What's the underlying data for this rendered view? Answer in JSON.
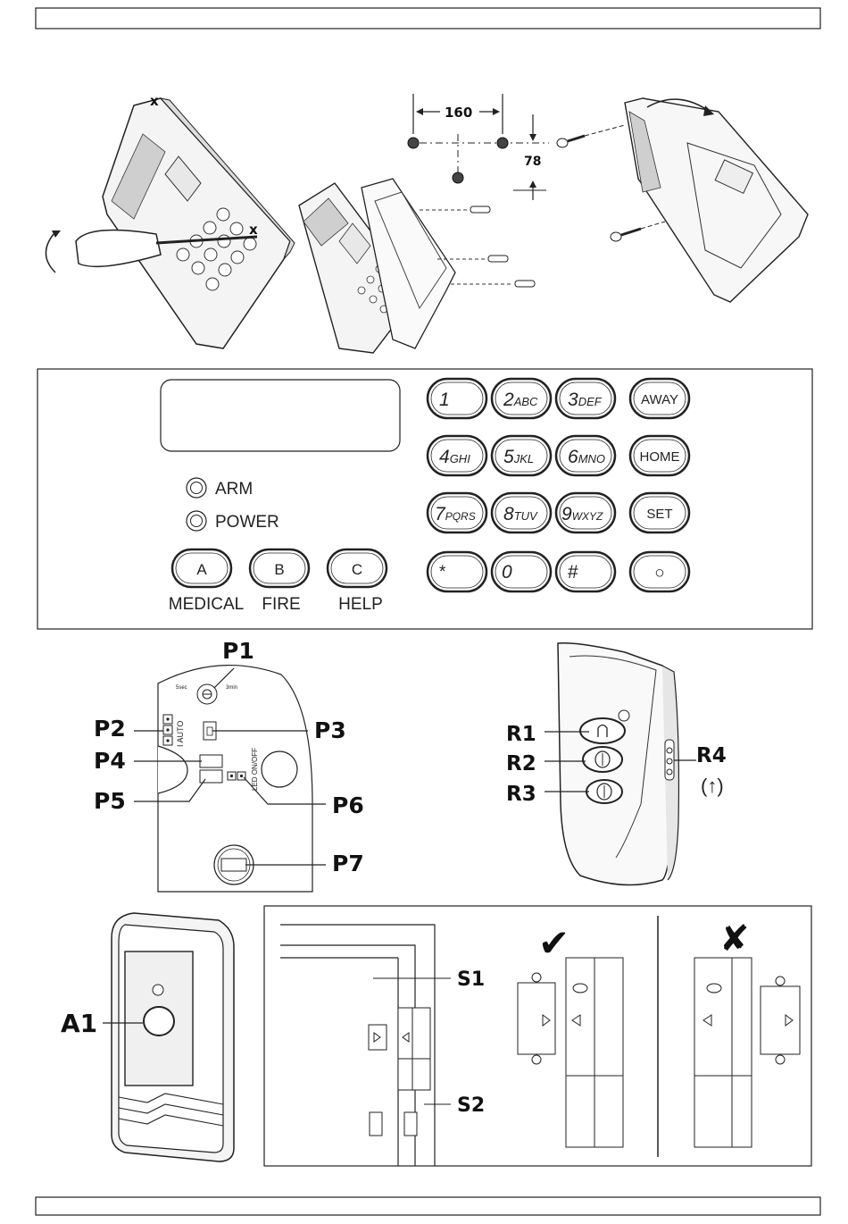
{
  "mounting": {
    "screw_marks": [
      "x",
      "x"
    ],
    "dim_horizontal": "160",
    "dim_vertical": "78"
  },
  "keypad_panel": {
    "leds": [
      "ARM",
      "POWER"
    ],
    "function_keys": [
      {
        "key": "A",
        "label": "MEDICAL"
      },
      {
        "key": "B",
        "label": "FIRE"
      },
      {
        "key": "C",
        "label": "HELP"
      }
    ],
    "keys": [
      {
        "main": "1",
        "sub": ""
      },
      {
        "main": "2",
        "sub": "ABC"
      },
      {
        "main": "3",
        "sub": "DEF"
      },
      {
        "main": "4",
        "sub": "GHI"
      },
      {
        "main": "5",
        "sub": "JKL"
      },
      {
        "main": "6",
        "sub": "MNO"
      },
      {
        "main": "7",
        "sub": "PQRS"
      },
      {
        "main": "8",
        "sub": "TUV"
      },
      {
        "main": "9",
        "sub": "WXYZ"
      },
      {
        "main": "*",
        "sub": ""
      },
      {
        "main": "0",
        "sub": ""
      },
      {
        "main": "#",
        "sub": ""
      }
    ],
    "mode_keys": [
      "AWAY",
      "HOME",
      "SET",
      "○"
    ]
  },
  "pir_board": {
    "labels": [
      "P1",
      "P2",
      "P3",
      "P4",
      "P5",
      "P6",
      "P7"
    ],
    "pot_left": "5sec",
    "pot_right": "3min",
    "jumper_text": "I AUTO",
    "led_text": "LED ON/OFF"
  },
  "remote": {
    "labels": [
      "R1",
      "R2",
      "R3",
      "R4"
    ],
    "r4_symbol": "(↑)"
  },
  "siren": {
    "label": "A1"
  },
  "door_contact": {
    "labels": [
      "S1",
      "S2"
    ],
    "correct_mark": "✔",
    "wrong_mark": "✘"
  }
}
